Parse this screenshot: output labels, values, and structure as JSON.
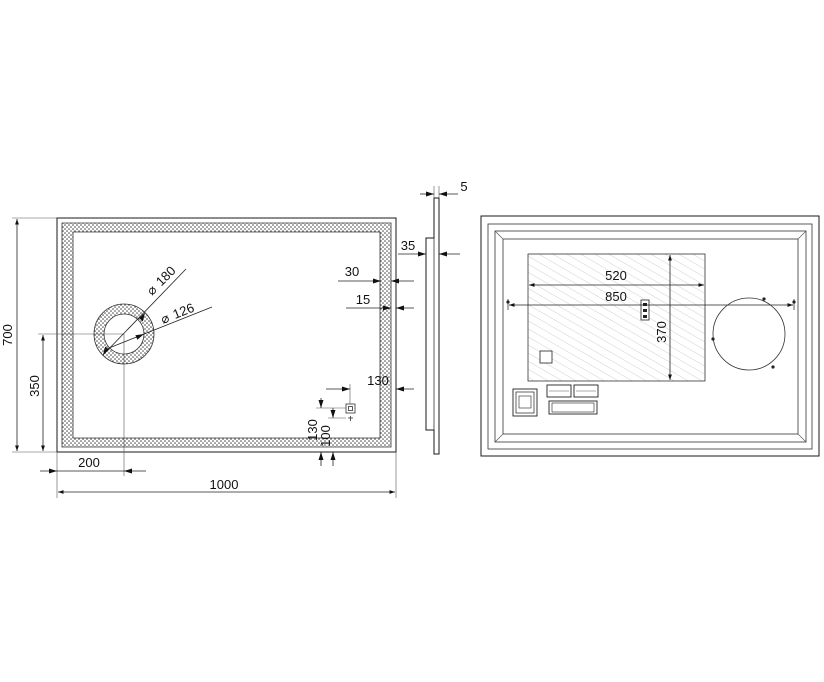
{
  "front_view": {
    "dim_width": "1000",
    "dim_height": "700",
    "dim_center_height": "350",
    "dim_circle_offset": "200",
    "dim_circle_outer": "180",
    "dim_circle_inner": "126",
    "dim_border_30": "30",
    "dim_border_15": "15",
    "dim_switch_130_x": "130",
    "dim_switch_130_y": "130",
    "dim_switch_100": "100"
  },
  "side_view": {
    "dim_thickness": "5",
    "dim_depth": "35"
  },
  "back_view": {
    "dim_520": "520",
    "dim_850": "850",
    "dim_370": "370"
  }
}
